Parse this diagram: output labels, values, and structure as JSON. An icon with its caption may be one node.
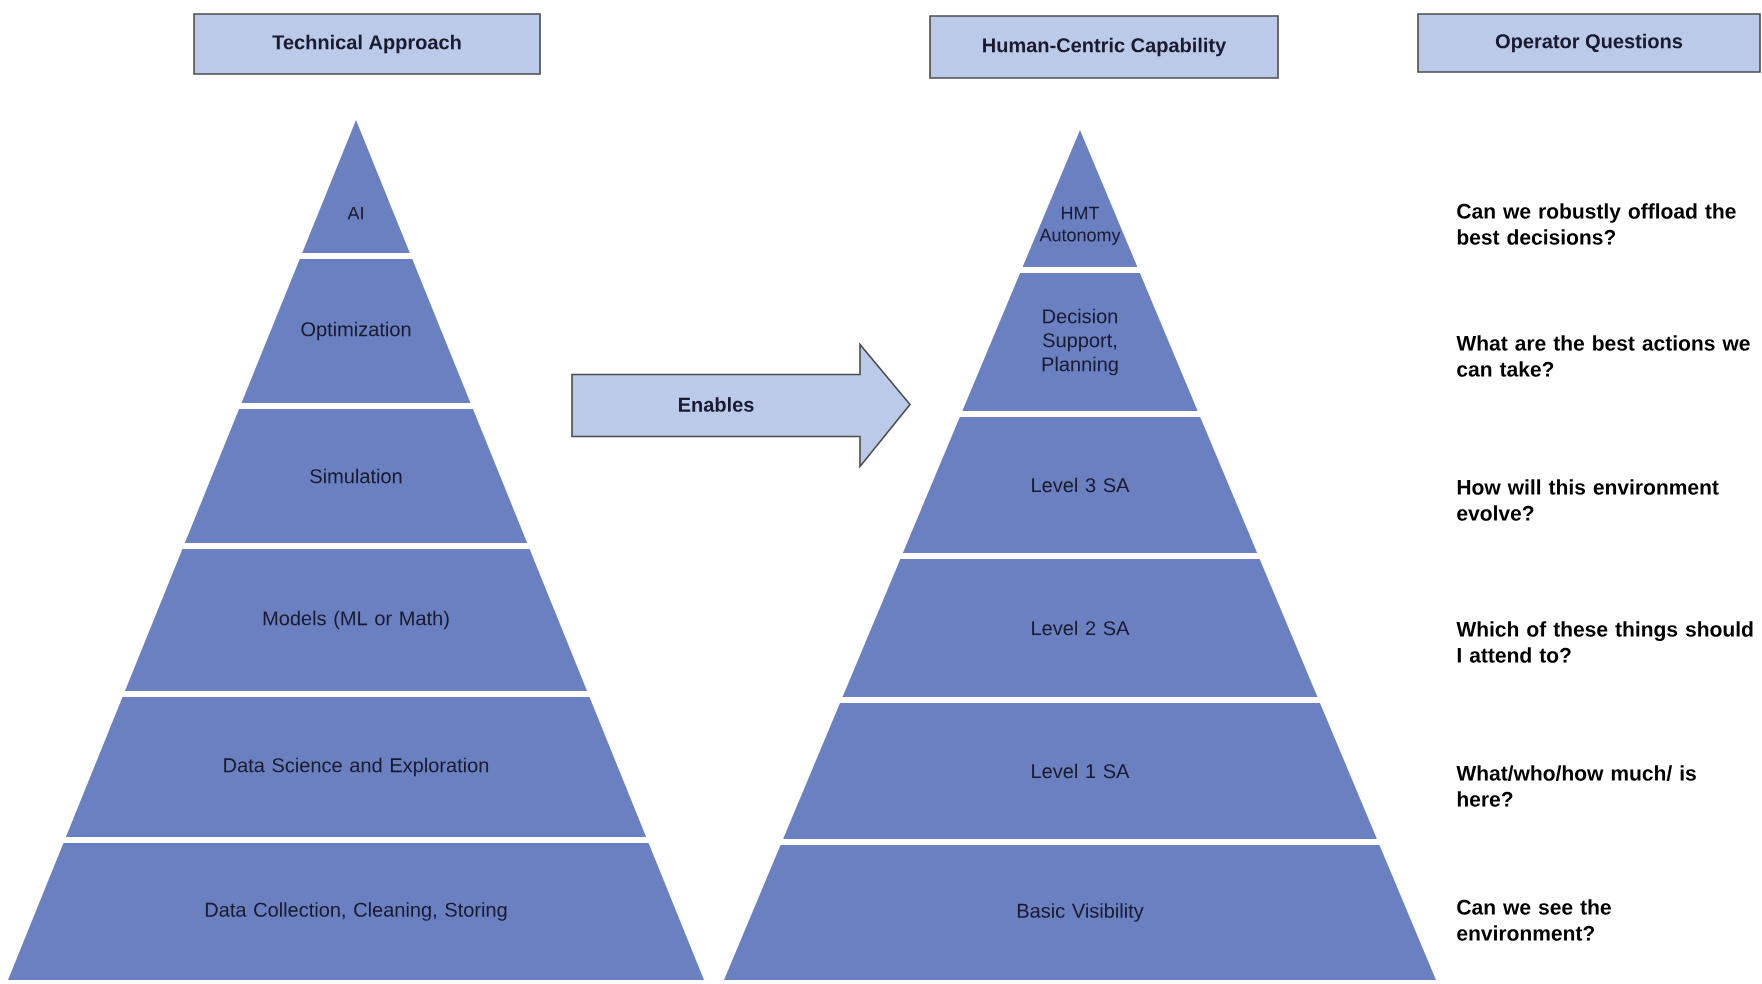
{
  "diagram": {
    "nodes": [
      {
        "text": [
          "Technical Approach"
        ]
      },
      {
        "text": [
          "Human-Centric Capability"
        ]
      },
      {
        "text": [
          "Operator Questions"
        ]
      },
      {
        "text": [
          "AI"
        ]
      },
      {
        "text": [
          "Optimization"
        ]
      },
      {
        "text": [
          "Simulation"
        ]
      },
      {
        "text": [
          "Models (ML or Math)"
        ]
      },
      {
        "text": [
          "Data Science and Exploration"
        ]
      },
      {
        "text": [
          "Data Collection, Cleaning, Storing"
        ]
      },
      {
        "text": [
          "HMT Autonomy"
        ]
      },
      {
        "text": [
          "Decision Support, Planning"
        ]
      },
      {
        "text": [
          "Level 3 SA"
        ]
      },
      {
        "text": [
          "Level 2 SA"
        ]
      },
      {
        "text": [
          "Level 1 SA"
        ]
      },
      {
        "text": [
          "Basic Visibility"
        ]
      }
    ],
    "edges": [
      {
        "from": 5,
        "to": 11,
        "arrow": "to",
        "label": "Enables"
      }
    ],
    "labels": [
      "Can we robustly offload the best decisions?",
      "What are the best actions we can take?",
      "How will this environment evolve?",
      "Which of these things should I attend to?",
      "What/who/how much/ is here?",
      "Can we see the environment?"
    ]
  }
}
